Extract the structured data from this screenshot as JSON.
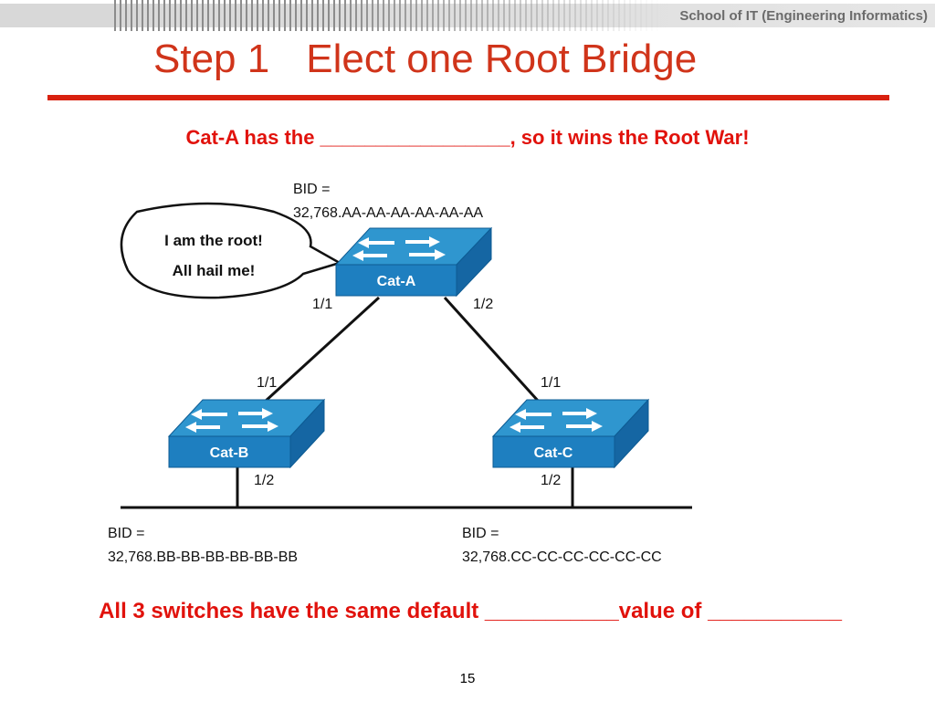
{
  "header": {
    "school": "School of IT (Engineering Informatics)",
    "title_step": "Step 1",
    "title_text": "Elect one Root Bridge"
  },
  "prompts": {
    "top": "Cat-A has the _________________, so it wins the Root War!",
    "bottom": "All 3 switches have the same default ___________value of ___________"
  },
  "bubble": {
    "line1": "I am the root!",
    "line2": "All hail me!"
  },
  "switches": {
    "cat_a": {
      "name": "Cat-A",
      "bid_label": "BID =",
      "bid_value": "32,768.AA-AA-AA-AA-AA-AA",
      "port_left": "1/1",
      "port_right": "1/2"
    },
    "cat_b": {
      "name": "Cat-B",
      "bid_label": "BID =",
      "bid_value": "32,768.BB-BB-BB-BB-BB-BB",
      "port_up": "1/1",
      "port_down": "1/2"
    },
    "cat_c": {
      "name": "Cat-C",
      "bid_label": "BID =",
      "bid_value": "32,768.CC-CC-CC-CC-CC-CC",
      "port_up": "1/1",
      "port_down": "1/2"
    }
  },
  "colors": {
    "title": "#d0341a",
    "prompt": "#e1120c",
    "switch_top": "#2f96cf",
    "switch_front": "#1e7fc0",
    "switch_side": "#1566a3"
  },
  "footer": {
    "page": "15"
  }
}
